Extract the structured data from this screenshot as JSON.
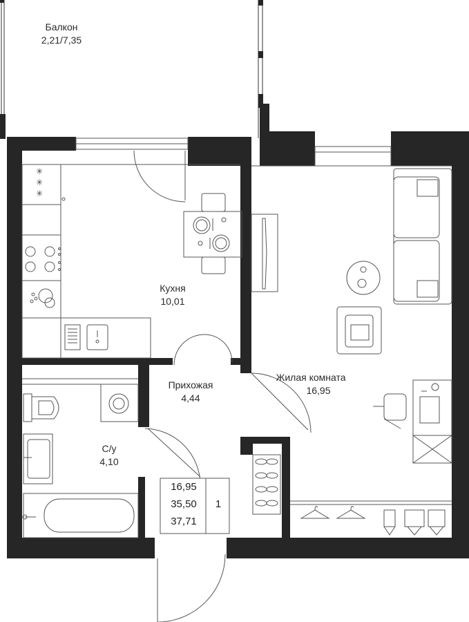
{
  "rooms": {
    "balcony": {
      "name": "Балкон",
      "area": "2,21/7,35"
    },
    "kitchen": {
      "name": "Кухня",
      "area": "10,01"
    },
    "hall": {
      "name": "Прихожая",
      "area": "4,44"
    },
    "living": {
      "name": "Жилая комната",
      "area": "16,95"
    },
    "bathroom": {
      "name": "С/у",
      "area": "4,10"
    }
  },
  "summary": {
    "living_area": "16,95",
    "total_area": "35,50",
    "total_with_balcony": "37,71",
    "rooms_count": "1"
  },
  "colors": {
    "wall": "#262626",
    "line": "#555555",
    "furniture_fill": "#f4f4f4"
  }
}
